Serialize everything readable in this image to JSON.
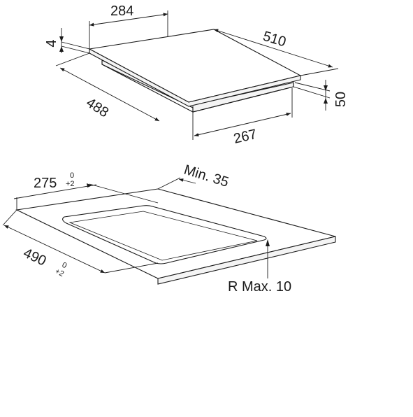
{
  "hob": {
    "dim_284": "284",
    "dim_510": "510",
    "dim_4": "4",
    "dim_488": "488",
    "dim_50": "50",
    "dim_267": "267"
  },
  "cutout": {
    "dim_275": "275",
    "tol_275_upper": "0",
    "tol_275_lower": "+2",
    "dim_min35": "Min. 35",
    "dim_490": "490",
    "tol_490_upper": "0",
    "tol_490_lower": "+2",
    "dim_radius": "R Max. 10"
  }
}
